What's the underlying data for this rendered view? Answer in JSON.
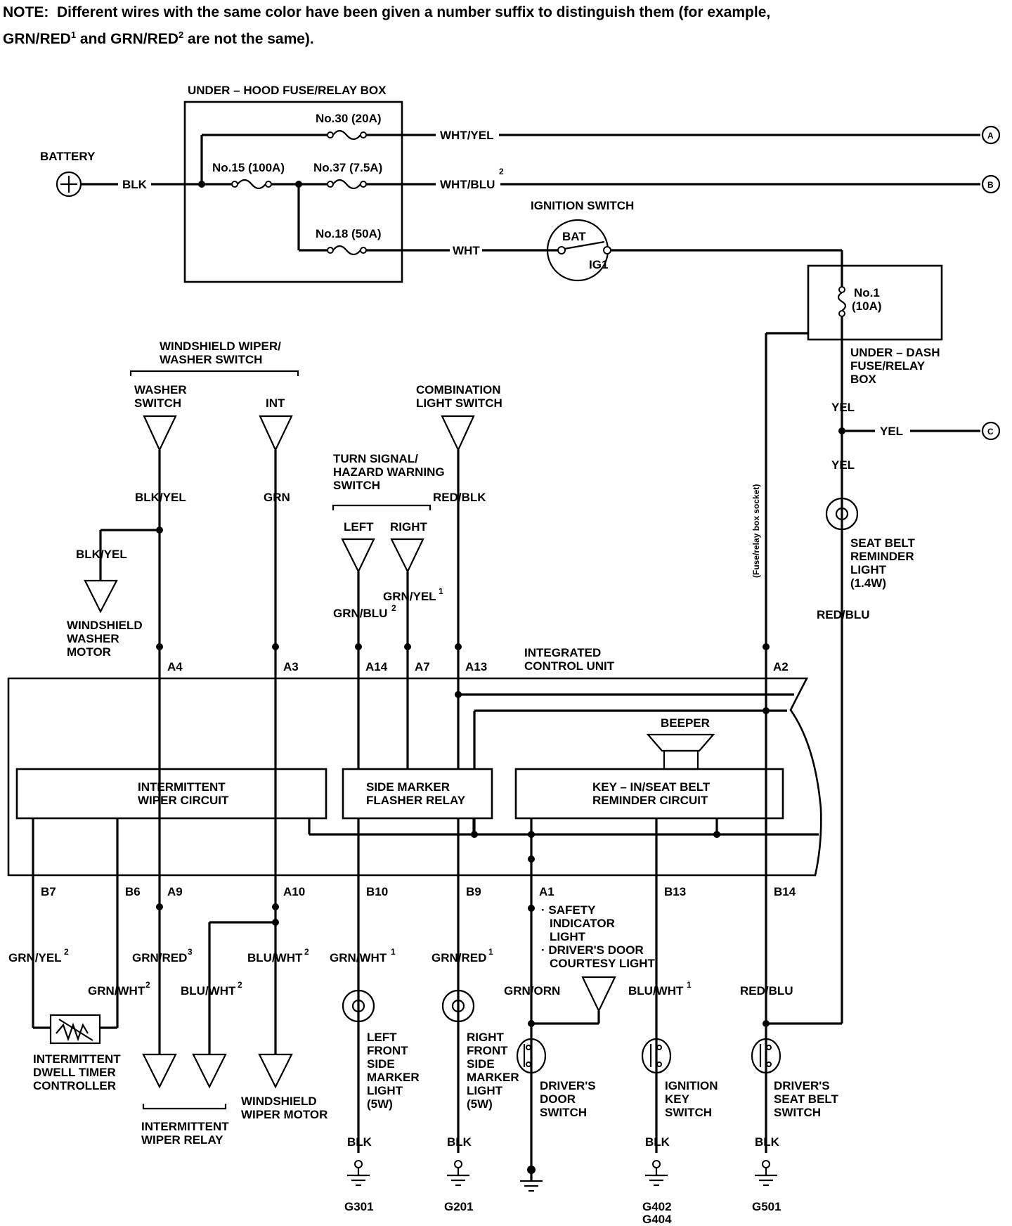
{
  "note": {
    "prefix": "NOTE:",
    "line1": "Different wires with the same color have been given a number suffix to distinguish them (for example,",
    "ex1": "GRN/RED",
    "sup1": "1",
    "and": "and",
    "ex2": "GRN/RED",
    "sup2": "2",
    "tail": "are not the same)."
  },
  "boxes": {
    "underhood": "UNDER – HOOD FUSE/RELAY BOX",
    "underdash": [
      "UNDER – DASH",
      "FUSE/RELAY",
      "BOX"
    ],
    "icu": [
      "INTEGRATED",
      "CONTROL UNIT"
    ],
    "wiper_circuit": [
      "INTERMITTENT",
      "WIPER CIRCUIT"
    ],
    "flasher": [
      "SIDE MARKER",
      "FLASHER RELAY"
    ],
    "keyin": [
      "KEY – IN/SEAT BELT",
      "REMINDER CIRCUIT"
    ]
  },
  "fuses": {
    "f30": "No.30 (20A)",
    "f15": "No.15 (100A)",
    "f37": "No.37 (7.5A)",
    "f18": "No.18 (50A)",
    "f1": [
      "No.1",
      "(10A)"
    ]
  },
  "power": {
    "battery": "BATTERY",
    "ignition": "IGNITION SWITCH",
    "bat": "BAT",
    "ig1": "IG1",
    "conn_a": "A",
    "conn_b": "B",
    "conn_c": "C"
  },
  "switches": {
    "wiper_group": [
      "WINDSHIELD WIPER/",
      "WASHER SWITCH"
    ],
    "washer": [
      "WASHER",
      "SWITCH"
    ],
    "int": "INT",
    "turn_group": [
      "TURN SIGNAL/",
      "HAZARD WARNING",
      "SWITCH"
    ],
    "left": "LEFT",
    "right": "RIGHT",
    "combo": [
      "COMBINATION",
      "LIGHT SWITCH"
    ],
    "washer_motor": [
      "WINDSHIELD",
      "WASHER",
      "MOTOR"
    ],
    "beeper": "BEEPER",
    "fuse_socket": "(Fuse/relay box socket)"
  },
  "wires": {
    "blk": "BLK",
    "wht_yel": "WHT/YEL",
    "wht_blu": "WHT/BLU",
    "wht_blu_sup": "2",
    "wht": "WHT",
    "yel": "YEL",
    "blk_yel": "BLK/YEL",
    "grn": "GRN",
    "red_blk": "RED/BLK",
    "grn_blu": "GRN/BLU",
    "grn_blu_sup": "2",
    "grn_yel": "GRN/YEL",
    "grn_yel_sup": "1",
    "red_blu": "RED/BLU",
    "b_grn_yel": "GRN/YEL",
    "b_grn_yel_sup": "2",
    "grn_red3": "GRN/RED",
    "grn_red3_sup": "3",
    "grn_wht2": "GRN/WHT",
    "grn_wht2_sup": "2",
    "blu_wht2a": "BLU/WHT",
    "blu_wht2a_sup": "2",
    "blu_wht2b": "BLU/WHT",
    "blu_wht2b_sup": "2",
    "grn_wht1": "GRN/WHT",
    "grn_wht1_sup": "1",
    "grn_red1": "GRN/RED",
    "grn_red1_sup": "1",
    "grn_orn": "GRN/ORN",
    "blu_wht1": "BLU/WHT",
    "blu_wht1_sup": "1",
    "red_blu_b": "RED/BLU"
  },
  "pins": {
    "a4": "A4",
    "a3": "A3",
    "a14": "A14",
    "a7": "A7",
    "a13": "A13",
    "a2": "A2",
    "b7": "B7",
    "b6": "B6",
    "a9": "A9",
    "a10": "A10",
    "b10": "B10",
    "b9": "B9",
    "a1": "A1",
    "b13": "B13",
    "b14": "B14"
  },
  "components": {
    "seatbelt_light": [
      "SEAT BELT",
      "REMINDER",
      "LIGHT",
      "(1.4W)"
    ],
    "safety": [
      "· SAFETY",
      "INDICATOR",
      "LIGHT",
      "· DRIVER'S DOOR",
      "COURTESY LIGHT"
    ],
    "dwell": [
      "INTERMITTENT",
      "DWELL TIMER",
      "CONTROLLER"
    ],
    "wiper_relay": [
      "INTERMITTENT",
      "WIPER RELAY"
    ],
    "wiper_motor": [
      "WINDSHIELD",
      "WIPER MOTOR"
    ],
    "left_marker": [
      "LEFT",
      "FRONT",
      "SIDE",
      "MARKER",
      "LIGHT",
      "(5W)"
    ],
    "right_marker": [
      "RIGHT",
      "FRONT",
      "SIDE",
      "MARKER",
      "LIGHT",
      "(5W)"
    ],
    "door_switch": [
      "DRIVER'S",
      "DOOR",
      "SWITCH"
    ],
    "key_switch": [
      "IGNITION",
      "KEY",
      "SWITCH"
    ],
    "seat_switch": [
      "DRIVER'S",
      "SEAT BELT",
      "SWITCH"
    ]
  },
  "grounds": {
    "blk": "BLK",
    "g301": "G301",
    "g201": "G201",
    "g402": "G402",
    "g404": "G404",
    "g501": "G501"
  }
}
